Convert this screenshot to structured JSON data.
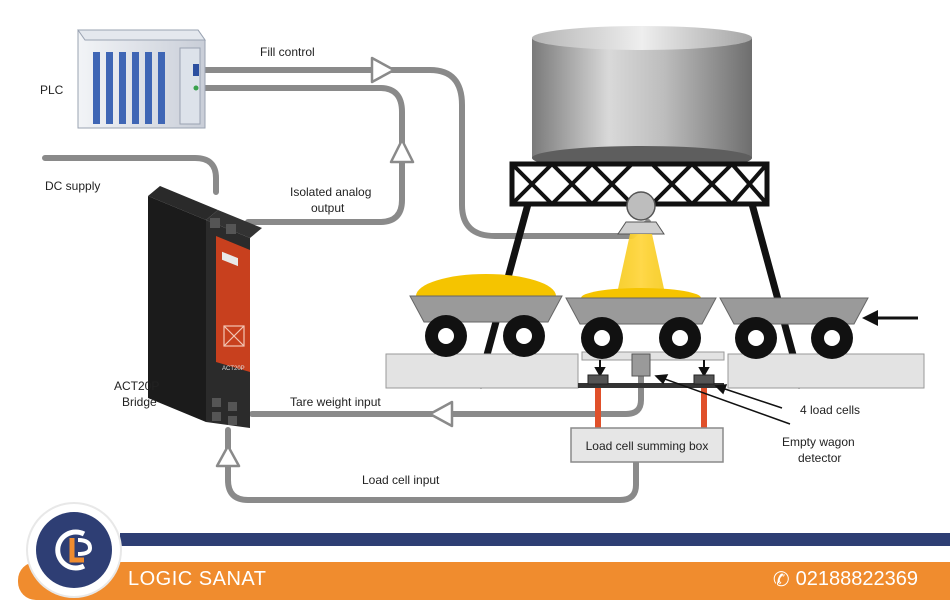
{
  "labels": {
    "plc": "PLC",
    "fill_control": "Fill control",
    "dc_supply": "DC supply",
    "isolated_analog_output_line1": "Isolated analog",
    "isolated_analog_output_line2": "output",
    "device_name_line1": "ACT20P",
    "device_name_line2": "Bridge",
    "tare_weight_input": "Tare weight input",
    "load_cell_input": "Load cell input",
    "summing_box": "Load cell summing box",
    "four_load_cells": "4 load cells",
    "empty_wagon_detector_line1": "Empty wagon",
    "empty_wagon_detector_line2": "detector",
    "device_face_text": "ACT20P"
  },
  "footer": {
    "brand": "LOGIC SANAT",
    "phone": "02188822369",
    "phone_icon": "phone-icon"
  },
  "colors": {
    "cable": "#8a8a8a",
    "material": "#f5c400",
    "device_red": "#c8401e",
    "footer_orange": "#f08c2e",
    "footer_navy": "#2e3e74",
    "load_cell_leg": "#e0502a"
  }
}
